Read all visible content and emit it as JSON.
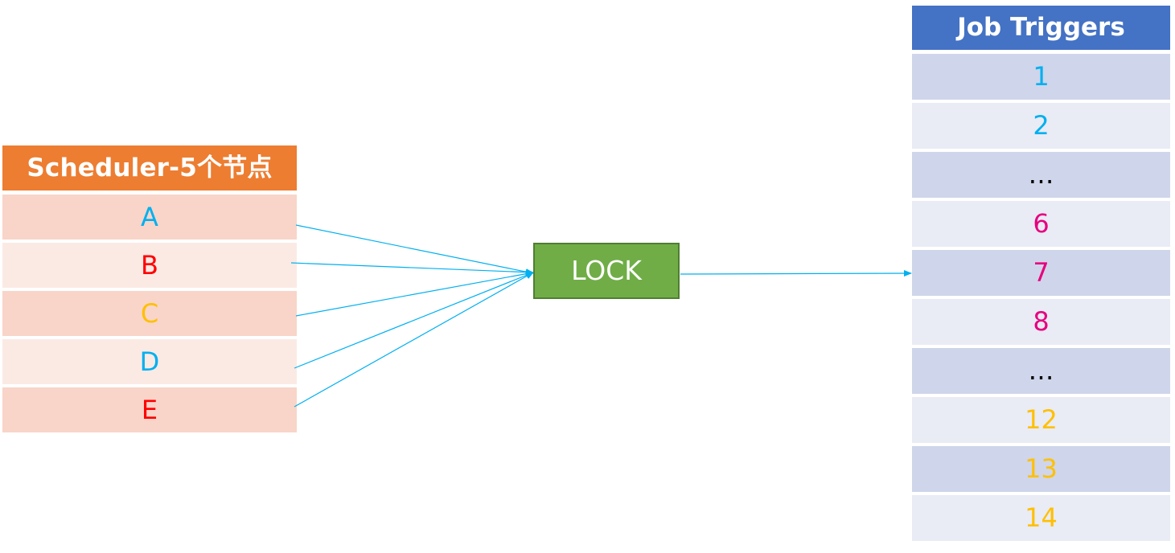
{
  "colors": {
    "blue_text": "#00B0F0",
    "red_text": "#FF0000",
    "orange_text": "#FFC000",
    "magenta_text": "#E6007E",
    "black_text": "#000000",
    "arrow": "#00B0F0"
  },
  "scheduler": {
    "title": "Scheduler-5个节点",
    "rows": [
      {
        "label": "A",
        "color": "#00B0F0"
      },
      {
        "label": "B",
        "color": "#FF0000"
      },
      {
        "label": "C",
        "color": "#FFC000"
      },
      {
        "label": "D",
        "color": "#00B0F0"
      },
      {
        "label": "E",
        "color": "#FF0000"
      }
    ]
  },
  "lock": {
    "label": "LOCK"
  },
  "triggers": {
    "title": "Job Triggers",
    "rows": [
      {
        "label": "1",
        "color": "#00B0F0"
      },
      {
        "label": "2",
        "color": "#00B0F0"
      },
      {
        "label": "…",
        "color": "#000000"
      },
      {
        "label": "6",
        "color": "#E6007E"
      },
      {
        "label": "7",
        "color": "#E6007E"
      },
      {
        "label": "8",
        "color": "#E6007E"
      },
      {
        "label": "…",
        "color": "#000000"
      },
      {
        "label": "12",
        "color": "#FFC000"
      },
      {
        "label": "13",
        "color": "#FFC000"
      },
      {
        "label": "14",
        "color": "#FFC000"
      }
    ]
  }
}
